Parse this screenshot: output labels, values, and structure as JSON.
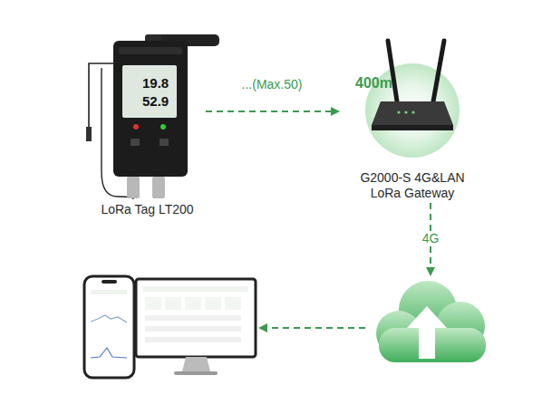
{
  "diagram": {
    "nodes": [
      {
        "text": [
          "LoRa Tag LT200"
        ]
      },
      {
        "text": [
          "G2000-S 4G&LAN LoRa Gateway"
        ]
      },
      {
        "text": []
      },
      {
        "text": []
      }
    ],
    "edges": [
      {
        "from": 0,
        "to": 1,
        "arrow": "to",
        "label": "...(Max.50)"
      },
      {
        "from": 1,
        "to": 3,
        "arrow": "to",
        "label": "4G"
      },
      {
        "from": 3,
        "to": 2,
        "arrow": "to"
      }
    ],
    "labels": [
      "19.8",
      "52.9",
      "400m"
    ]
  }
}
